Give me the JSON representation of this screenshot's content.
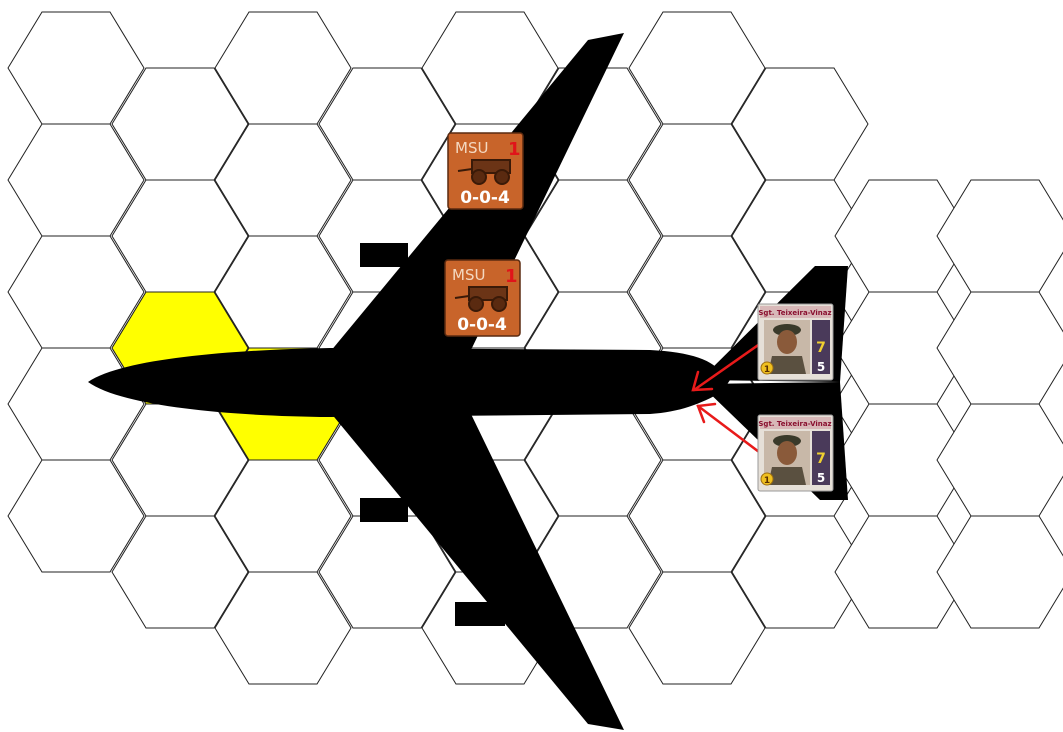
{
  "board": {
    "background": "#ffffff",
    "hex_line_color": "#222222",
    "highlight_color": "#ffff00",
    "highlighted_hexes": [
      "highlight-hex-a",
      "highlight-hex-b"
    ]
  },
  "aircraft": {
    "icon": "airplane-silhouette-icon",
    "color": "#000000"
  },
  "units": [
    {
      "id": "msu-1",
      "type_label": "MSU",
      "strength_mark": "1",
      "factors": "0-0-4",
      "icon": "wagon-icon",
      "color": "#c8642a"
    },
    {
      "id": "msu-2",
      "type_label": "MSU",
      "strength_mark": "1",
      "factors": "0-0-4",
      "icon": "wagon-icon",
      "color": "#c8642a"
    },
    {
      "id": "leader-1",
      "name": "Sgt. Teixeira-Vinaz",
      "morale": "7",
      "leadership": "5",
      "badge": "1",
      "icon": "soldier-portrait-icon",
      "color": "#e6e0d8"
    },
    {
      "id": "leader-2",
      "name": "Sgt. Teixeira-Vinaz",
      "morale": "7",
      "leadership": "5",
      "badge": "1",
      "icon": "soldier-portrait-icon",
      "color": "#e6e0d8"
    }
  ],
  "arrows": {
    "color": "#e81a1a",
    "icon": "movement-arrow-icon"
  }
}
